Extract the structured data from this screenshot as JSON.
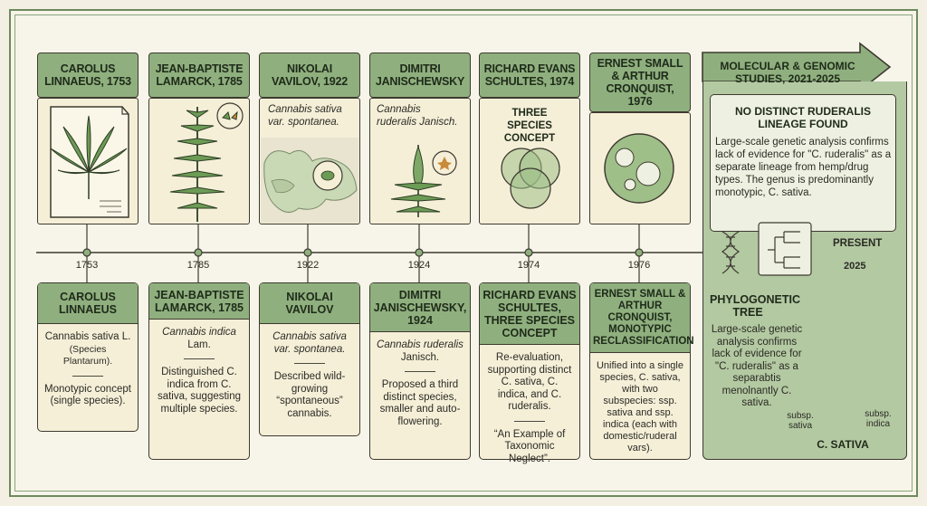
{
  "top_cards": [
    {
      "title": "CAROLUS LINNAEUS, 1753",
      "text1": "",
      "text2": ""
    },
    {
      "title": "JEAN-BAPTISTE LAMARCK, 1785",
      "text1": "",
      "text2": ""
    },
    {
      "title": "NIKOLAI VAVILOV, 1922",
      "text1": "Cannabis sativa",
      "text2": "var. spontanea."
    },
    {
      "title": "DIMITRI JANISCHEWSKY",
      "text1": "Cannabis",
      "text2": "ruderalis Janisch."
    },
    {
      "title": "RICHARD EVANS SCHULTES, 1974",
      "text1": "THREE SPECIES CONCEPT",
      "text2": ""
    },
    {
      "title": "ERNEST SMALL & ARTHUR CRONQUIST, 1976",
      "text1": "",
      "text2": ""
    }
  ],
  "years": [
    "1753",
    "1785",
    "1922",
    "1924",
    "1974",
    "1976"
  ],
  "bottom_cards": [
    {
      "title": "CAROLUS LINNAEUS",
      "l1": "Cannabis sativa L.",
      "l2": "(Species Plantarum).",
      "l3": "Monotypic concept (single species)."
    },
    {
      "title": "JEAN-BAPTISTE LAMARCK, 1785",
      "l1": "Cannabis indica",
      "l2": "Lam.",
      "l3": "Distinguished C. indica from C. sativa, suggesting multiple species."
    },
    {
      "title": "NIKOLAI VAVILOV",
      "l1": "Cannabis sativa",
      "l2": "var. spontanea.",
      "l3": "Described wild-growing “spontaneous” cannabis."
    },
    {
      "title": "DIMITRI JANISCHEWSKY, 1924",
      "l1": "Cannabis ruderalis",
      "l2": "Janisch.",
      "l3": "Proposed a third distinct species, smaller and auto-flowering."
    },
    {
      "title": "RICHARD EVANS SCHULTES, THREE SPECIES CONCEPT",
      "l1": "Re-evaluation, supporting distinct C. sativa, C. indica, and C. ruderalis.",
      "l2": "",
      "l3": "“An Example of Taxonomic Neglect”."
    },
    {
      "title": "ERNEST SMALL & ARTHUR CRONQUIST, MONOTYPIC RECLASSIFICATION",
      "l1": "Unified into a single species, C. sativa, with two subspecies: ssp. sativa and ssp. indica (each with domestic/ruderal vars).",
      "l2": "",
      "l3": ""
    }
  ],
  "modern": {
    "header": "MOLECULAR & GENOMIC STUDIES, 2021-2025",
    "box_title": "NO DISTINCT RUDERALIS LINEAGE FOUND",
    "box_text": "Large-scale genetic analysis confirms lack of evidence for \"C. ruderalis\" as a separate lineage from hemp/drug types. The genus is predominantly monotypic, C. sativa.",
    "present": "PRESENT",
    "present_year": "2025",
    "tree_title": "PHYLOGONETIC TREE",
    "tree_text": "Large-scale genetic analysis confirms lack of evidence for \"C. ruderalis\" as a separabtis menolnantly C. sativa.",
    "subsp_left": "subsp. sativa",
    "subsp_right": "subsp. indica",
    "result": "C. SATIVA"
  },
  "colors": {
    "green": "#8fb07e",
    "cream": "#f5efd8",
    "dark": "#3d3a30",
    "panel": "#b3c9a2"
  }
}
